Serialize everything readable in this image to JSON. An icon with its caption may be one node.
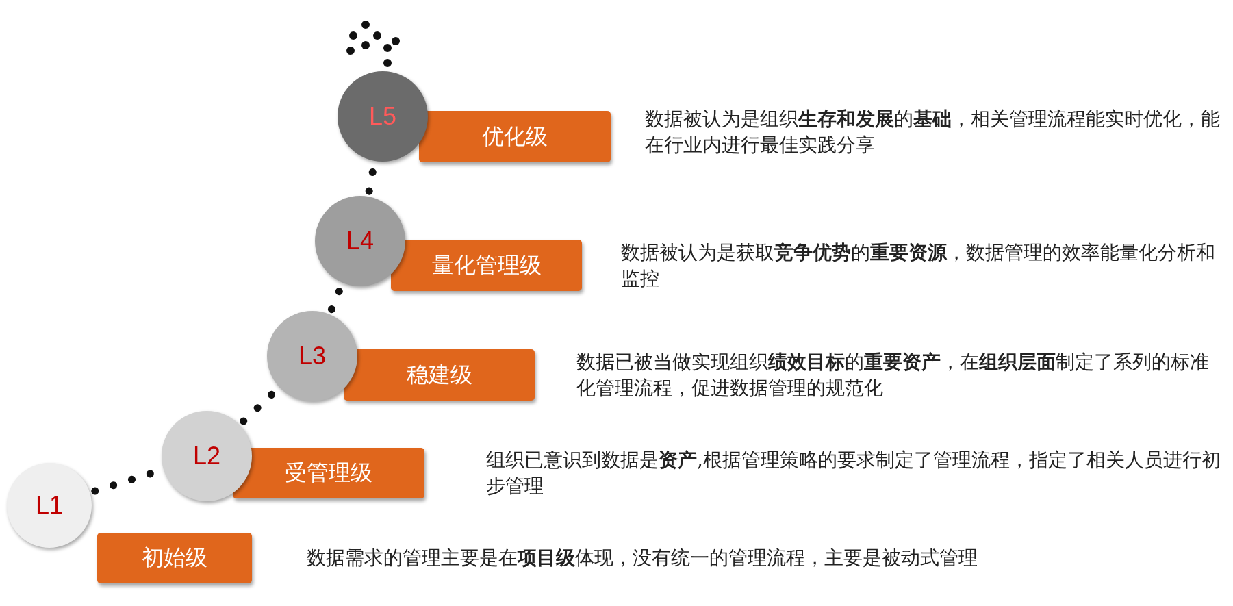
{
  "diagram": {
    "nodes": [
      {
        "text": [
          "L5"
        ]
      },
      {
        "text": [
          "优化级"
        ],
        "beside": [
          "数据被认为是组织**生存和发展**的**基础**，相关管理流程能实时优化，能在行业内进行最佳实践分享"
        ]
      },
      {
        "text": [
          "L4"
        ]
      },
      {
        "text": [
          "量化管理级"
        ],
        "beside": [
          "数据被认为是获取**竞争优势**的**重要资源**，数据管理的效率能量化分析和监控"
        ]
      },
      {
        "text": [
          "L3"
        ]
      },
      {
        "text": [
          "稳建级"
        ],
        "beside": [
          "数据已被当做实现组织**绩效目标**的**重要资产**，在**组织层面**制定了系列的标准化管理流程，促进数据管理的规范化"
        ]
      },
      {
        "text": [
          "L2"
        ]
      },
      {
        "text": [
          "受管理级"
        ],
        "beside": [
          "组织已意识到数据是**资产**,根据管理策略的要求制定了管理流程，指定了相关人员进行初步管理"
        ]
      },
      {
        "text": [
          "L1"
        ]
      },
      {
        "text": [
          "初始级"
        ],
        "beside": [
          "数据需求的管理主要是在**项目级**体现，没有统一的管理流程，主要是被动式管理"
        ]
      }
    ],
    "edges": [
      {
        "from": 8,
        "to": 6,
        "arrow": "none"
      },
      {
        "from": 6,
        "to": 4,
        "arrow": "none"
      },
      {
        "from": 4,
        "to": 2,
        "arrow": "none"
      },
      {
        "from": 2,
        "to": 0,
        "arrow": "none"
      }
    ]
  }
}
